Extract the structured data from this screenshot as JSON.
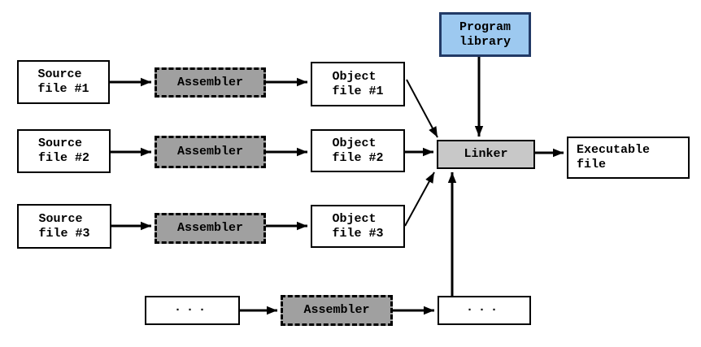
{
  "diagram": {
    "description": "Assembly and linking process flow diagram",
    "nodes": {
      "source_file_1": {
        "label": "Source\nfile #1"
      },
      "source_file_2": {
        "label": "Source\nfile #2"
      },
      "source_file_3": {
        "label": "Source\nfile #3"
      },
      "assembler_1": {
        "label": "Assembler"
      },
      "assembler_2": {
        "label": "Assembler"
      },
      "assembler_3": {
        "label": "Assembler"
      },
      "assembler_4": {
        "label": "Assembler"
      },
      "object_file_1": {
        "label": "Object\nfile #1"
      },
      "object_file_2": {
        "label": "Object\nfile #2"
      },
      "object_file_3": {
        "label": "Object\nfile #3"
      },
      "program_library": {
        "label": "Program\nlibrary"
      },
      "linker": {
        "label": "Linker"
      },
      "executable_file": {
        "label": "Executable\nfile"
      },
      "ellipsis_source": {
        "label": "..."
      },
      "ellipsis_object": {
        "label": "..."
      }
    },
    "edges": [
      {
        "from": "source_file_1",
        "to": "assembler_1"
      },
      {
        "from": "assembler_1",
        "to": "object_file_1"
      },
      {
        "from": "source_file_2",
        "to": "assembler_2"
      },
      {
        "from": "assembler_2",
        "to": "object_file_2"
      },
      {
        "from": "source_file_3",
        "to": "assembler_3"
      },
      {
        "from": "assembler_3",
        "to": "object_file_3"
      },
      {
        "from": "ellipsis_source",
        "to": "assembler_4"
      },
      {
        "from": "assembler_4",
        "to": "ellipsis_object"
      },
      {
        "from": "object_file_1",
        "to": "linker"
      },
      {
        "from": "object_file_2",
        "to": "linker"
      },
      {
        "from": "object_file_3",
        "to": "linker"
      },
      {
        "from": "program_library",
        "to": "linker"
      },
      {
        "from": "ellipsis_object",
        "to": "linker"
      },
      {
        "from": "linker",
        "to": "executable_file"
      }
    ],
    "colors": {
      "background": "#ffffff",
      "box_fill": "#ffffff",
      "box_border": "#000000",
      "assembler_fill": "#a0a0a0",
      "linker_fill": "#c8c8c8",
      "library_fill": "#9dc9f0",
      "library_border": "#223a66",
      "arrow": "#000000",
      "text": "#000000"
    }
  }
}
